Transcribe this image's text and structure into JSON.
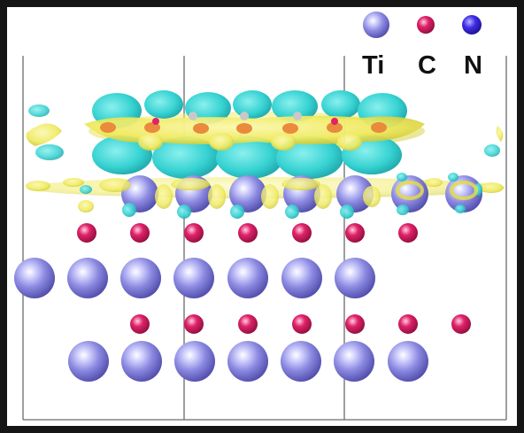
{
  "legend": {
    "items": [
      {
        "label": "Ti",
        "color": "#8a88e0",
        "icon": "ti-atom-icon"
      },
      {
        "label": "C",
        "color": "#e0226a",
        "icon": "c-atom-icon"
      },
      {
        "label": "N",
        "color": "#3d2ce6",
        "icon": "n-atom-icon"
      }
    ]
  },
  "colors": {
    "isosurface_positive": "#f4ef6a",
    "isosurface_negative": "#36d2d2",
    "cell_lines": "#6b6b6b",
    "background": "#ffffff"
  }
}
